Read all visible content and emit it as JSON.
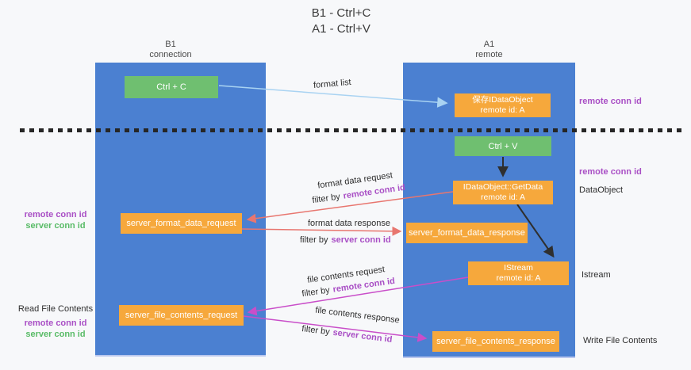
{
  "title": {
    "line1": "B1 - Ctrl+C",
    "line2": "A1 - Ctrl+V"
  },
  "lanes": {
    "b1": {
      "name": "B1",
      "subtitle": "connection"
    },
    "a1": {
      "name": "A1",
      "subtitle": "remote"
    }
  },
  "nodes": {
    "ctrl_c": {
      "label": "Ctrl + C"
    },
    "save_dataobject": {
      "line1": "保存IDataObject",
      "line2": "remote id: A"
    },
    "ctrl_v": {
      "label": "Ctrl + V"
    },
    "getdata": {
      "line1": "IDataObject::GetData",
      "line2": "remote id: A"
    },
    "server_format_data_request": {
      "label": "server_format_data_request"
    },
    "server_format_data_response": {
      "label": "server_format_data_response"
    },
    "istream": {
      "line1": "IStream",
      "line2": "remote id: A"
    },
    "server_file_contents_request": {
      "label": "server_file_contents_request"
    },
    "server_file_contents_response": {
      "label": "server_file_contents_response"
    }
  },
  "flows": {
    "format_list": "format list",
    "format_data_request": "format data request",
    "format_data_response": "format data response",
    "file_contents_request": "file contents request",
    "file_contents_response": "file contents response",
    "filter_by": "filter by",
    "remote_conn_id": "remote conn id",
    "server_conn_id": "server conn id"
  },
  "annotations": {
    "right_top_remote_conn_id": "remote conn id",
    "right_mid_remote_conn_id": "remote conn id",
    "dataobject": "DataObject",
    "istream": "Istream",
    "write_file_contents": "Write File Contents",
    "left_mid_remote_conn_id": "remote conn id",
    "left_mid_server_conn_id": "server conn id",
    "read_file_contents": "Read File Contents",
    "left_bottom_remote_conn_id": "remote conn id",
    "left_bottom_server_conn_id": "server conn id"
  },
  "colors": {
    "lane_blue": "#4b80d1",
    "node_green": "#6fbf70",
    "node_orange": "#f6a83c",
    "accent_purple": "#a94fc5",
    "accent_green": "#58bb66",
    "arrow_salmon": "#e8766f",
    "arrow_magenta": "#c94ec9",
    "arrow_lightblue": "#a9d3f2",
    "arrow_black": "#2f2f2f"
  }
}
